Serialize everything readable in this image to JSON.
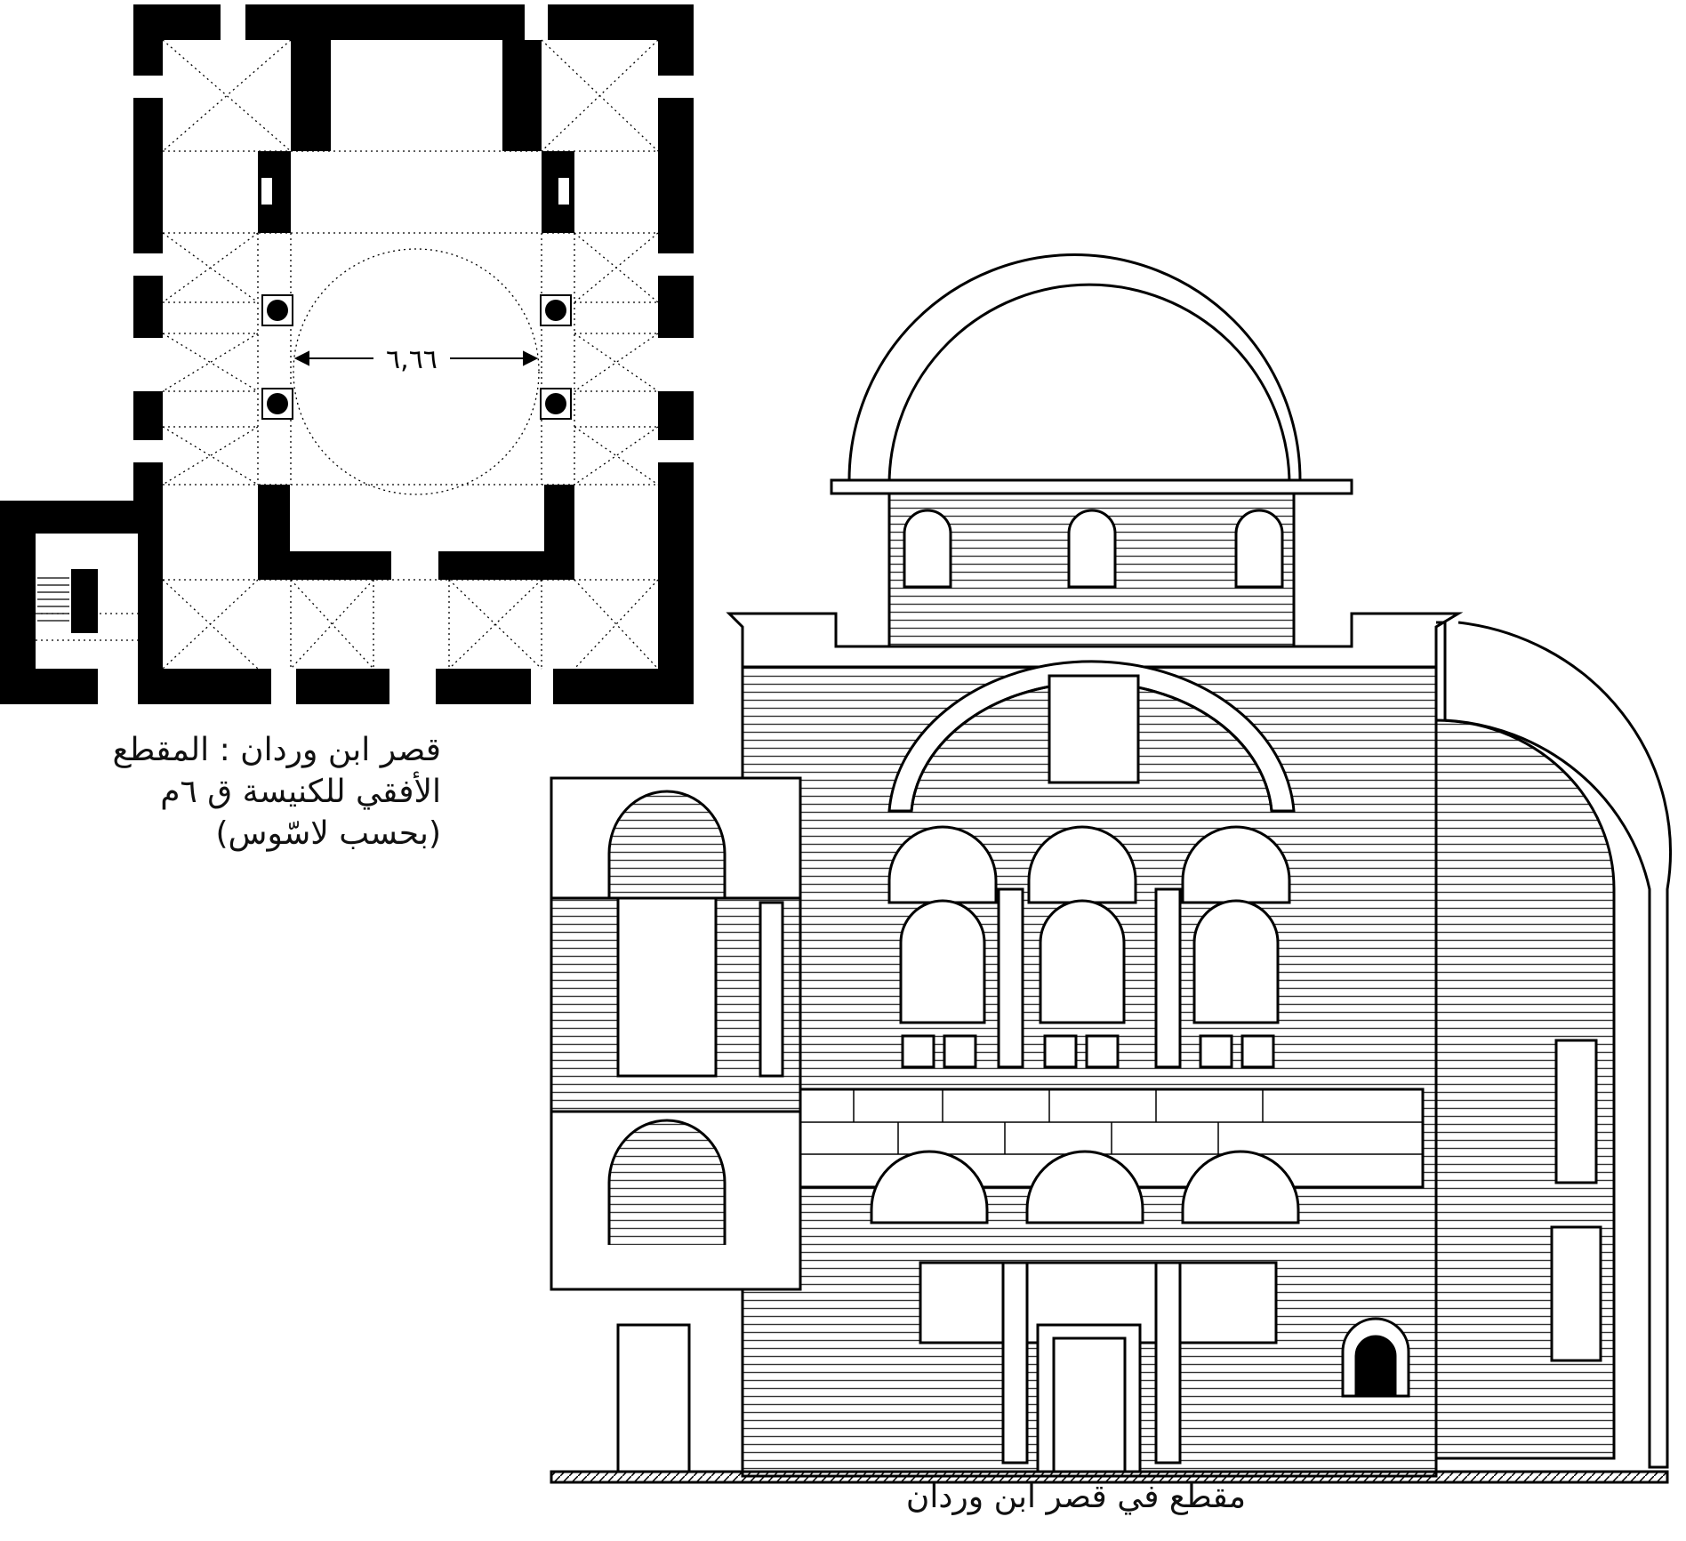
{
  "plan": {
    "dimension_label": "٦,٦٦",
    "caption": {
      "line1": "قصر ابن وردان : المقطع",
      "line2": "الأفقي للكنيسة ق ٦م",
      "line3": "(بحسب لاسّوس)"
    }
  },
  "section": {
    "caption": "مقطع في قصر ابن وردان"
  },
  "colors": {
    "ink": "#000000",
    "hatch": "#333333",
    "paper": "#ffffff"
  }
}
